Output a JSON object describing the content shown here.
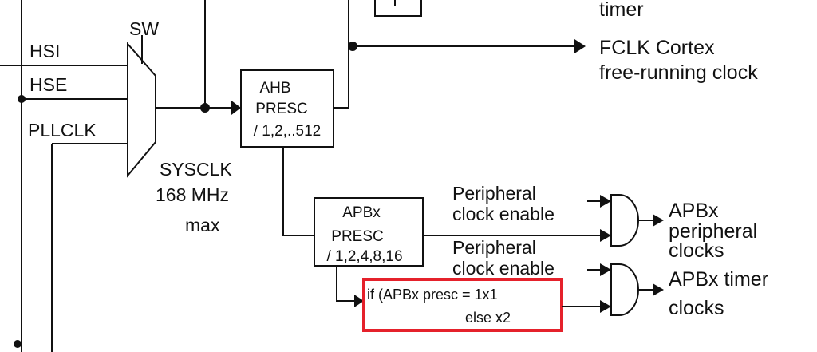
{
  "labels": {
    "timer_top": "timer",
    "sw": "SW",
    "hsi": "HSI",
    "hse": "HSE",
    "pllclk": "PLLCLK",
    "sysclk": "SYSCLK",
    "sysclk_freq": "168 MHz",
    "sysclk_max": "max",
    "fclk_line1": "FCLK Cortex",
    "fclk_line2": "free-running clock",
    "ahb_line1": "AHB",
    "ahb_line2": "PRESC",
    "ahb_line3": "/ 1,2,..512",
    "apbx_line1": "APBx",
    "apbx_line2": "PRESC",
    "apbx_line3": "/ 1,2,4,8,16",
    "periph_en1_line1": "Peripheral",
    "periph_en1_line2": "clock enable",
    "periph_en2_line1": "Peripheral",
    "periph_en2_line2": "clock enable",
    "apbx_periph_line1": "APBx",
    "apbx_periph_line2": "peripheral",
    "apbx_periph_line3": "clocks",
    "apbx_timer_line1": "APBx timer",
    "apbx_timer_line2": "clocks",
    "timer_mult_line1": "if (APBx presc = 1x1",
    "timer_mult_line2": "else x2"
  },
  "colors": {
    "lines": "#111111",
    "highlight": "#e5212b",
    "background": "#ffffff"
  }
}
